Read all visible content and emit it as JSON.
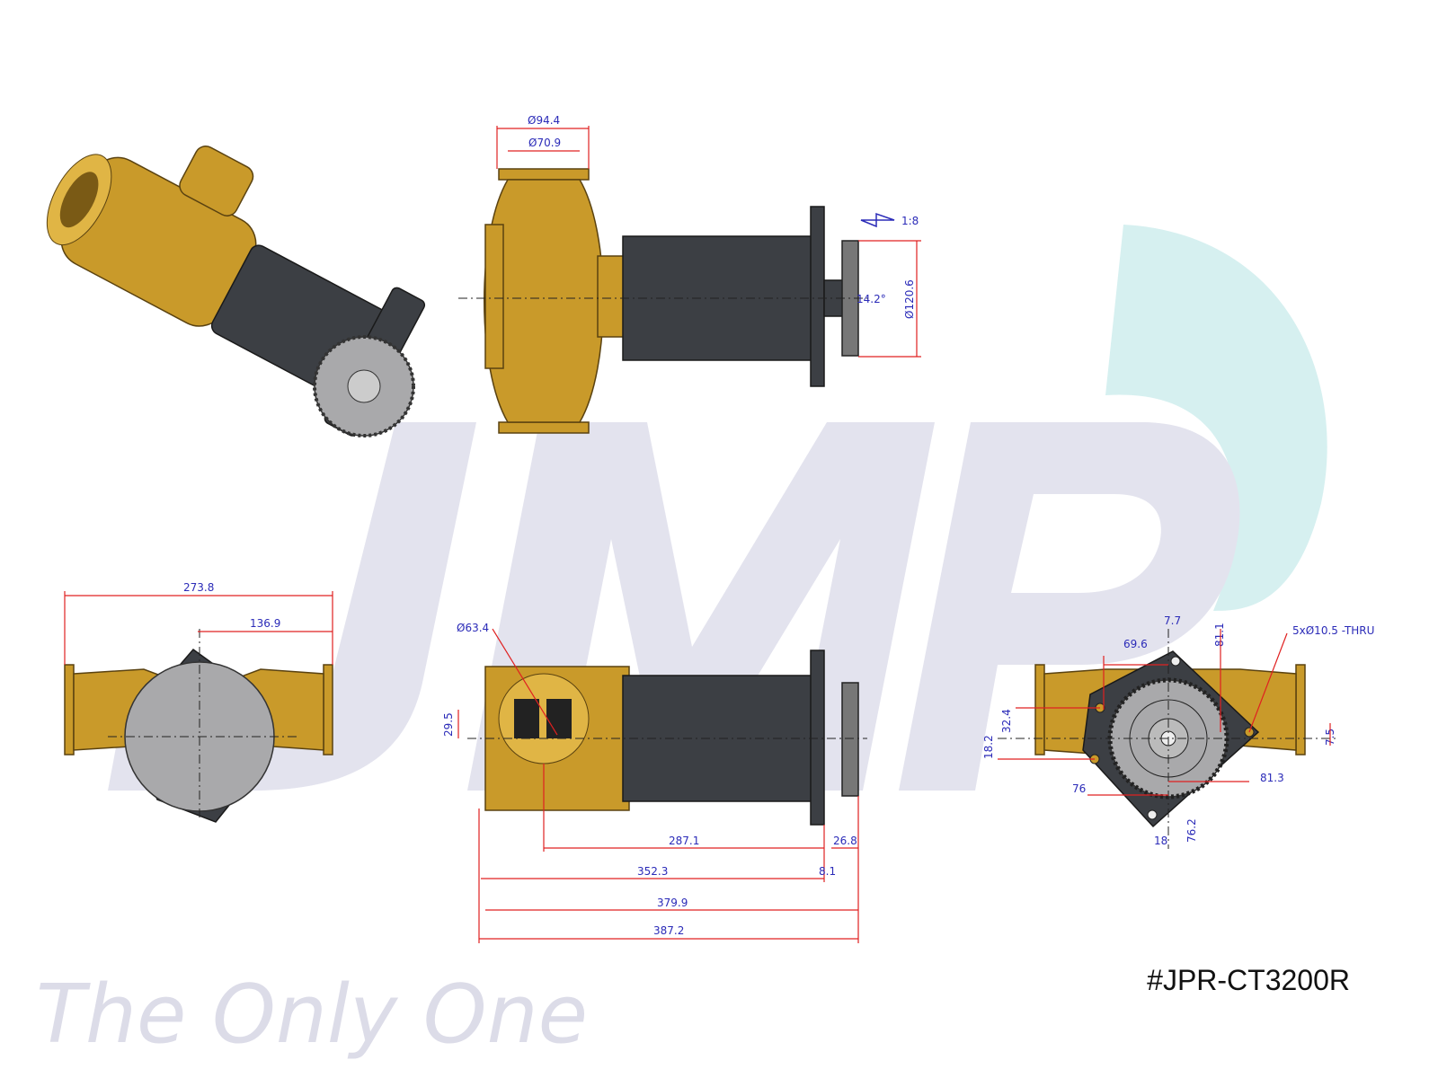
{
  "part_number": "#JPR-CT3200R",
  "watermark": {
    "logo": "JMP",
    "text": "The Only One"
  },
  "colors": {
    "brass": "#c99a2a",
    "housing": "#3c3f44",
    "dimension_text": "#2b2bb8",
    "dimension_line": "#e02020",
    "watermark": "#e3e3ee",
    "swoosh": "#d6f0f0"
  },
  "views": {
    "top": {
      "flange_outer": "Ø94.4",
      "flange_inner": "Ø70.9",
      "taper": "1:8",
      "angle": "14.2°",
      "gear_dia": "Ø120.6"
    },
    "end_left": {
      "overall_width": "273.8",
      "half_width": "136.9"
    },
    "side": {
      "port_dia": "Ø63.4",
      "port_offset": "29.5",
      "d1": "287.1",
      "d2": "26.8",
      "d3": "352.3",
      "d4": "8.1",
      "d5": "379.9",
      "d6": "387.2"
    },
    "end_right": {
      "holes": "5xØ10.5 -THRU",
      "d_7_7": "7.7",
      "d_69_6": "69.6",
      "d_81_1": "81.1",
      "d_32_4": "32.4",
      "d_18_2": "18.2",
      "d_7_5": "7.5",
      "d_81_3": "81.3",
      "d_76": "76",
      "d_76_2": "76.2",
      "d_18": "18"
    }
  }
}
